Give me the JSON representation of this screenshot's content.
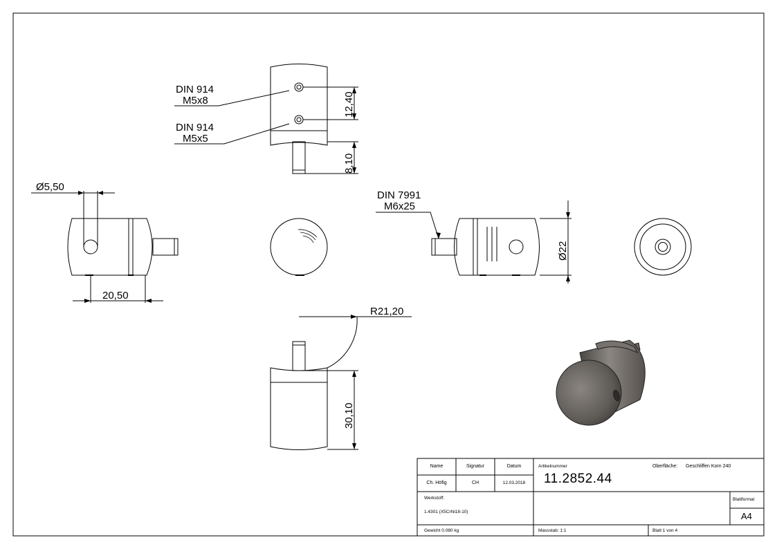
{
  "annotations": {
    "din914_top": "DIN 914",
    "m5x8": "M5x8",
    "din914_bottom": "DIN 914",
    "m5x5": "M5x5",
    "dim_12_40": "12,40",
    "dim_8_10": "8,10",
    "dia_5_50": "Ø5,50",
    "dim_20_50": "20,50",
    "din7991": "DIN 7991",
    "m6x25": "M6x25",
    "dia_22": "Ø22",
    "r21_20": "R21,20",
    "dim_30_10": "30,10"
  },
  "title_block": {
    "name_header": "Name",
    "signatur_header": "Signatur",
    "datum_header": "Datum",
    "name_value": "Ch. Höfig",
    "signatur_value": "CH",
    "datum_value": "12.03.2018",
    "artikelnummer_label": "Artikelnummer",
    "artikelnummer_value": "11.2852.44",
    "oberflaeche_label": "Oberfläche:",
    "oberflaeche_value": "Geschliffen Korn 240",
    "werkstoff_label": "Werkstoff:",
    "werkstoff_value": "1.4301 (X5CrNi18-10)",
    "blattformat_label": "Blattformat",
    "blattformat_value": "A4",
    "gewicht": "Gewicht 0.080 kg",
    "massstab": "Massstab: 1:1",
    "blatt": "Blatt 1 von 4"
  }
}
